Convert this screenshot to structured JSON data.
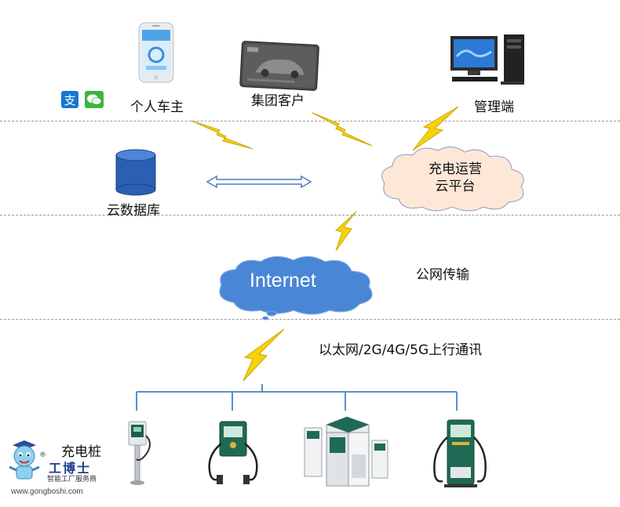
{
  "top": {
    "personal_owner": "个人车主",
    "group_customer": "集团客户",
    "admin": "管理端"
  },
  "middle": {
    "cloud_db": "云数据库",
    "platform_line1": "充电运营",
    "platform_line2": "云平台"
  },
  "network": {
    "internet": "Internet",
    "public_net": "公网传输",
    "uplink": "以太网/2G/4G/5G上行通讯"
  },
  "bottom": {
    "chargers": "充电桩"
  },
  "watermark": {
    "brand": "工博士",
    "registered": "®",
    "slogan": "智能工厂服务商",
    "url": "www.gongboshi.com"
  },
  "colors": {
    "cloud_fill": "#fde8d8",
    "internet_fill": "#4a86d6",
    "bolt": "#f5d20a",
    "db": "#2b5fb3",
    "bus_line": "#5a8fc7"
  }
}
